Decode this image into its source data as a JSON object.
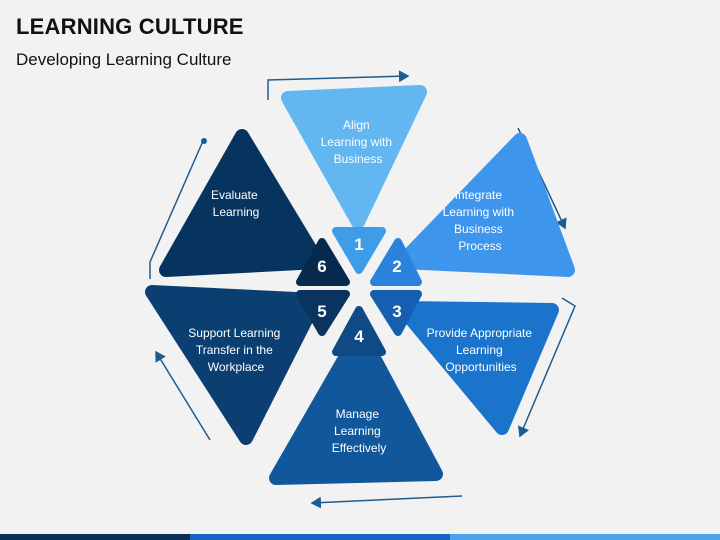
{
  "header": {
    "title": "LEARNING CULTURE",
    "subtitle": "Developing Learning Culture"
  },
  "colors": {
    "background": "#f2f2f2",
    "outline": "#1f5c8f"
  },
  "steps": [
    {
      "number": "1",
      "lines": [
        "Align",
        "Learning with",
        "Business"
      ],
      "color": "#62b7f0",
      "tab_color": "#3f9ce6"
    },
    {
      "number": "2",
      "lines": [
        "Integrate",
        "Learning with",
        "Business",
        "Process"
      ],
      "color": "#3e95ec",
      "tab_color": "#2b82dd"
    },
    {
      "number": "3",
      "lines": [
        "Provide Appropriate",
        "Learning",
        "Opportunities"
      ],
      "color": "#1a74cc",
      "tab_color": "#165fb0"
    },
    {
      "number": "4",
      "lines": [
        "Manage",
        "Learning",
        "Effectively"
      ],
      "color": "#10589b",
      "tab_color": "#0f4a85"
    },
    {
      "number": "5",
      "lines": [
        "Support Learning",
        "Transfer in the",
        "Workplace"
      ],
      "color": "#0b3f72",
      "tab_color": "#0a345f"
    },
    {
      "number": "6",
      "lines": [
        "Evaluate",
        "Learning"
      ],
      "color": "#07335f",
      "tab_color": "#062a4e"
    }
  ]
}
